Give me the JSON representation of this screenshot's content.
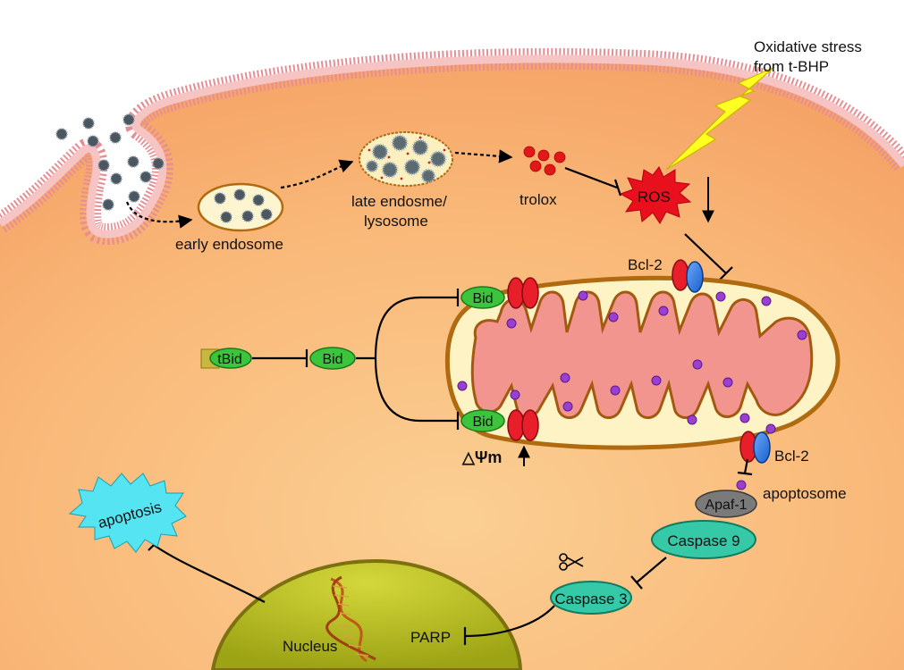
{
  "labels": {
    "oxidative_stress": [
      "Oxidative stress",
      "from t-BHP"
    ],
    "early_endosome": "early endosome",
    "late_endosome": [
      "late endosme/",
      "lysosome"
    ],
    "trolox": "trolox",
    "ros": "ROS",
    "bcl2_top": "Bcl-2",
    "bcl2_bottom": "Bcl-2",
    "bid_top": "Bid",
    "bid_middle": "Bid",
    "bid_bottom": "Bid",
    "tbid": "tBid",
    "delta_psi": "△Ψm",
    "apaf1": "Apaf-1",
    "apoptosome": "apoptosome",
    "caspase9": "Caspase 9",
    "caspase3": "Caspase 3",
    "apoptosis": "apoptosis",
    "nucleus": "Nucleus",
    "parp": "PARP"
  },
  "colors": {
    "cytoplasm": "#f9b878",
    "membrane": "#f2a3a8",
    "mito_outer": "#b06a10",
    "mito_inner_space": "#fdf3c4",
    "mito_matrix": "#f2958e",
    "bid_green": "#3cc53c",
    "bcl2_red": "#e81e2a",
    "bcl2_blue": "#2a7fe8",
    "caspase_teal": "#36c9a8",
    "apaf_gray": "#7a7a7a",
    "ros_red": "#e8101c",
    "lightning_yellow": "#ffff22",
    "apoptosis_cyan": "#55e4f2",
    "nucleus_olive": "#b8bf1c",
    "dot_purple": "#9a3fd0",
    "trolox_red": "#e01818"
  },
  "icons": [
    "lightning-icon",
    "scissors-icon",
    "dna-helix-icon",
    "nanoparticle-icon"
  ]
}
